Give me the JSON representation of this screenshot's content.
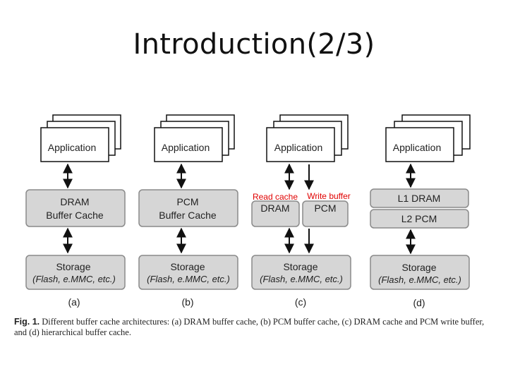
{
  "title": "Introduction(2/3)",
  "columns": [
    {
      "application": "Application",
      "buffer": [
        "DRAM",
        "Buffer Cache"
      ],
      "storage": "Storage",
      "storage_sub": "(Flash, e.MMC, etc.)",
      "label": "(a)"
    },
    {
      "application": "Application",
      "buffer": [
        "PCM",
        "Buffer Cache"
      ],
      "storage": "Storage",
      "storage_sub": "(Flash, e.MMC, etc.)",
      "label": "(b)"
    },
    {
      "application": "Application",
      "read_cache_label": "Read cache",
      "write_buffer_label": "Write buffer",
      "dram": "DRAM",
      "pcm": "PCM",
      "storage": "Storage",
      "storage_sub": "(Flash, e.MMC, etc.)",
      "label": "(c)"
    },
    {
      "application": "Application",
      "l1": "L1 DRAM",
      "l2": "L2 PCM",
      "storage": "Storage",
      "storage_sub": "(Flash, e.MMC, etc.)",
      "label": "(d)"
    }
  ],
  "caption": {
    "fig_label": "Fig. 1.",
    "text": "Different buffer cache architectures: (a) DRAM buffer cache, (b) PCM buffer cache, (c) DRAM cache and PCM write buffer, and (d) hierarchical buffer cache."
  },
  "colors": {
    "box_fill": "#d6d6d6",
    "box_stroke": "#8a8a8a",
    "red_label": "#e00000"
  }
}
